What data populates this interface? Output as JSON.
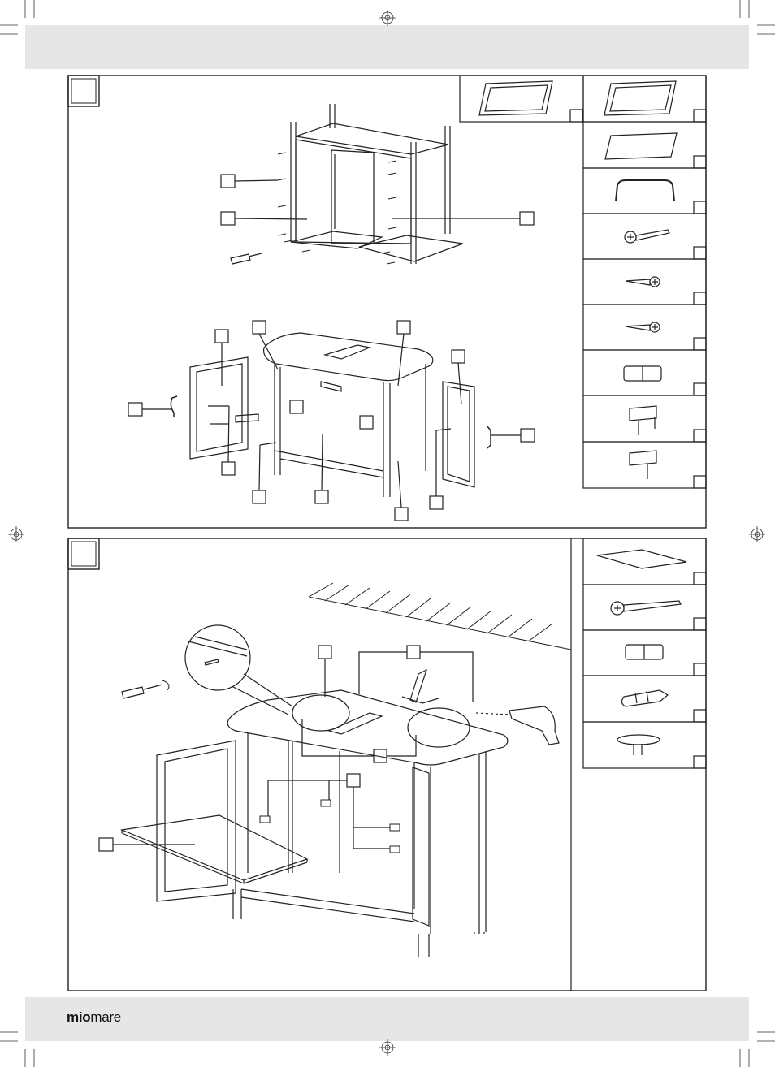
{
  "brand": {
    "logo_bold": "mio",
    "logo_regular": "mare"
  },
  "colors": {
    "line": "#222222",
    "band": "#e6e6e6"
  },
  "panels": [
    {
      "name": "step-1-assembly",
      "parts_count": 10
    },
    {
      "name": "step-2-shelf-and-wall-mount",
      "parts_count": 5
    }
  ],
  "parts_step1": [
    "frame-panel-icon",
    "frame-panel-icon",
    "back-panel-icon",
    "handle-icon",
    "large-screw-icon",
    "medium-screw-icon",
    "small-screw-icon",
    "dowel-icon",
    "hinge-plate-icon",
    "hinge-plate-icon"
  ],
  "parts_step2": [
    "shelf-board-icon",
    "long-screw-icon",
    "dowel-icon",
    "wall-plug-icon",
    "shelf-support-icon"
  ]
}
